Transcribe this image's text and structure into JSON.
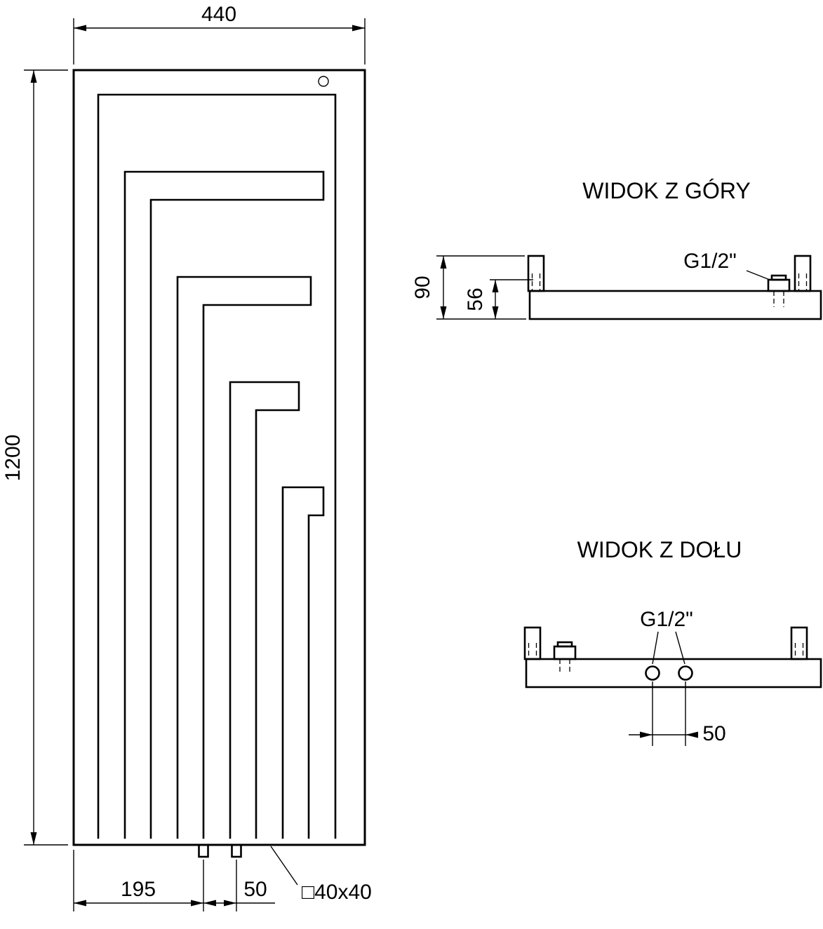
{
  "front_view": {
    "width_dim": "440",
    "height_dim": "1200",
    "connection_offset_dim": "195",
    "connection_spacing_dim": "50",
    "profile_label": "□40x40"
  },
  "top_view": {
    "title": "WIDOK Z GÓRY",
    "thread_label": "G1/2\"",
    "depth_dim": "90",
    "inset_dim": "56"
  },
  "bottom_view": {
    "title": "WIDOK Z DOŁU",
    "thread_label": "G1/2\"",
    "spacing_dim": "50"
  }
}
